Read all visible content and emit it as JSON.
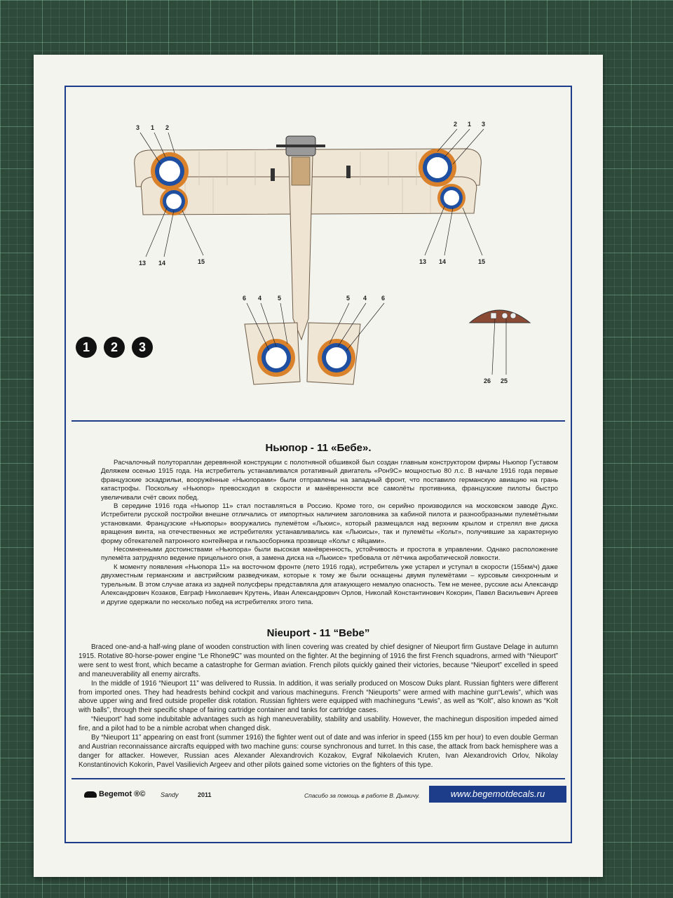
{
  "drawing": {
    "top_left_labels": [
      "3",
      "1",
      "2"
    ],
    "top_right_labels": [
      "2",
      "1",
      "3"
    ],
    "lower_left_labels": [
      "13",
      "14",
      "15"
    ],
    "lower_right_labels": [
      "13",
      "14",
      "15"
    ],
    "tail_left_labels": [
      "6",
      "4",
      "5"
    ],
    "tail_right_labels": [
      "5",
      "4",
      "6"
    ],
    "panel_labels": [
      "26",
      "25"
    ],
    "variants": [
      "1",
      "2",
      "3"
    ],
    "colors": {
      "roundel_blue": "#1f4fa0",
      "roundel_orange": "#d9822b",
      "wing": "#f0e6d6",
      "frame": "#1d3c8a"
    }
  },
  "ru": {
    "title": "Ньюпор - 11  «Бебе».",
    "paragraphs": [
      "Расчалочный полутораплан деревянной конструкции с полотняной обшивкой был создан главным конструктором фирмы Ньюпор Густавом Деляжем осенью 1915 года.  На истребитель устанавливался ротативный двигатель «Рон9С» мощностью 80 л.с.  В начале 1916 года первые французские эскадрильи, вооружённые «Ньюпорами» были отправлены на западный фронт, что поставило германскую авиацию на грань катастрофы. Поскольку «Ньюпор» превосходил в скорости и манёвренности все самолёты противника, французские пилоты быстро увеличивали счёт своих побед.",
      "В середине 1916 года «Ньюпор 11» стал поставляться в Россию.  Кроме того,  он серийно производился  на  московском заводе Дукс. Истребители русской постройки внешне отличались от импортных наличием заголовника за кабиной пилота и разнообразными пулемётными установками. Французские «Ньюпоры» вооружались пулемётом «Льюис», который размещался над верхним крылом и стрелял вне диска вращения винта,  на отечественных же истребителях устанавливались как «Льюисы»,  так и пулемёты «Кольт», получившие за характерную форму обтекателей патронного контейнера и гильзосборника прозвище «Кольт с яйцами».",
      "Несомненными достоинствами «Ньюпора» были высокая манёвренность, устойчивость и простота в управлении. Однако расположение пулемёта затрудняло ведение прицельного огня, а замена диска на «Льюисе» требовала от лётчика акробатической ловкости.",
      "К моменту появления «Ньюпора 11» на восточном фронте (лето 1916 года),  истребитель уже устарел и уступал в скорости (155км/ч) даже двухместным германским и австрийским разведчикам,  которые  к  тому  же  были  оснащены  двумя  пулемётами – курсовым синхронным и турельным. В этом случае атака из задней полусферы представляла для атакующего немалую опасность. Тем не менее, русские асы Александр Александрович Козаков,  Евграф Николаевич Крутень,  Иван Александрович Орлов,  Николай Константинович Кокорин, Павел Васильевич Аргеев и другие одержали по несколько побед на истребителях этого типа."
    ]
  },
  "en": {
    "title": "Nieuport - 11  “Bebe”",
    "paragraphs": [
      "Braced one-and-a half-wing plane of wooden construction with linen covering was created by chief designer of Nieuport firm Gustave Delage in autumn 1915. Rotative 80-horse-power engine “Le Rhone9C” was mounted on the fighter.  At the beginning of 1916 the first French squadrons, armed with “Nieuport”  were sent to west front,  which became a catastrophe  for  German aviation.  French pilots quickly gained their victories, because  “Nieuport” excelled in speed and maneuverability all enemy aircrafts.",
      "In the middle of 1916  “Nieuport 11”  was delivered to Russia.  In addition, it was serially produced on Moscow Duks plant.  Russian fighters were different from imported ones.  They had headrests behind cockpit  and  various  machineguns.  French “Nieuports” were armed with machine gun“Lewis”, which was above upper wing and fired outside propeller disk rotation.  Russian fighters were equipped with machineguns “Lewis”, as well as “Kolt”, also known as “Kolt with balls”, through their specific shape of fairing cartridge container and tanks for cartridge cases.",
      "“Nieuport”  had  some indubitable  advantages  such as high maneuverability, stability and usability.  However,  the  machinegun disposition impeded aimed fire, and a pilot had to be a nimble acrobat when changed disk.",
      "By “Nieuport 11” appearing on east front (summer 1916) the fighter went out of date and was inferior  in  speed  (155 km per hour)  to  even double German and Austrian reconnaissance aircrafts equipped with two machine guns: course synchronous and turret. In this case, the attack from  back  hemisphere  was a danger for attacker.  However,  Russian aces  Alexander  Alexandrovich  Kozakov,  Evgraf  Nikolaevich  Kruten, Ivan Alexandrovich Orlov, Nikolay Konstantinovich Kokorin, Pavel Vasilievich Argeev and other pilots gained some victories on the fighters of this type."
    ]
  },
  "footer": {
    "brand": "Begemot",
    "marks": "®©",
    "author": "Sandy",
    "year": "2011",
    "thanks": "Спасибо за помощь в работе В. Дымичу.",
    "website": "www.begemotdecals.ru"
  }
}
